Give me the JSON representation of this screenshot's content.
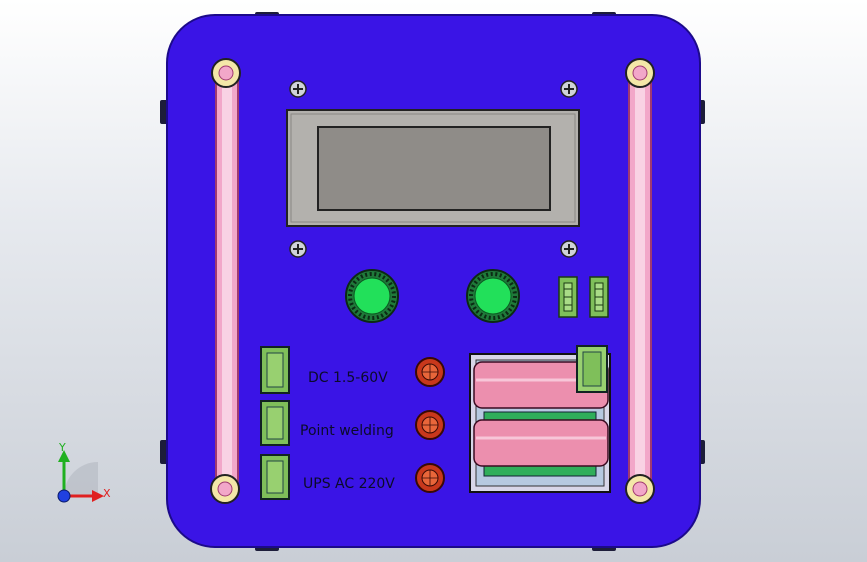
{
  "labels": {
    "dc": "DC 1.5-60V",
    "point_welding": "Point welding",
    "ups": "UPS AC 220V"
  },
  "triad": {
    "y_label": "Y",
    "x_label": "X"
  },
  "colors": {
    "panel": "#3a14e6",
    "panel_edge": "#1c0a8a",
    "display_bezel": "#b3b1ad",
    "display_screen": "#8f8c88",
    "knob": "#22e05a",
    "switch": "#7fbf5a",
    "indicator": "#e24a2a",
    "battery": "#ec8fae",
    "handle": "#f2a7c9",
    "axis_x": "#e02020",
    "axis_y": "#20b020",
    "axis_z": "#2040e0"
  }
}
